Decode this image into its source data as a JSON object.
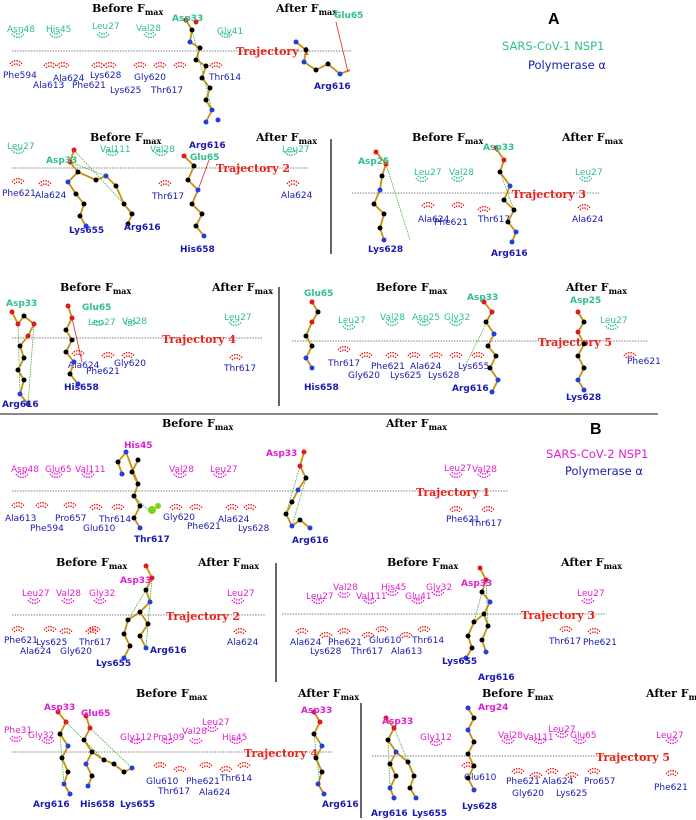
{
  "panels": {
    "a": "A",
    "b": "B"
  },
  "legend": {
    "a_nsp1": "SARS-CoV-1 NSP1",
    "a_pol": "Polymerase α",
    "b_nsp1": "SARS-CoV-2 NSP1",
    "b_pol": "Polymerase α"
  },
  "headers": {
    "before_main": "Before F",
    "after_main": "After F",
    "sub": "max"
  },
  "trajectories": {
    "t1": "Trajectory 1",
    "t2": "Trajectory 2",
    "t3": "Trajectory 3",
    "t4": "Trajectory 4",
    "t5": "Trajectory 5"
  },
  "residues": {
    "Asn48": "Asn48",
    "His45": "His45",
    "Leu27": "Leu27",
    "Val28": "Val28",
    "Asp33": "Asp33",
    "Gly41": "Gly41",
    "Glu65": "Glu65",
    "Val111": "Val111",
    "Asp25": "Asp25",
    "Gly32": "Gly32",
    "Asp48": "Asp48",
    "Phe31": "Phe31",
    "Gly112": "Gly112",
    "Pro109": "Pro109",
    "Glu41": "Glu41",
    "Arg24": "Arg24",
    "Phe594": "Phe594",
    "Ala613": "Ala613",
    "Ala624": "Ala624",
    "Lys628": "Lys628",
    "Phe621": "Phe621",
    "Lys625": "Lys625",
    "Gly620": "Gly620",
    "Thr617": "Thr617",
    "Thr614": "Thr614",
    "Arg616": "Arg616",
    "Lys655": "Lys655",
    "His658": "His658",
    "Pro657": "Pro657",
    "Glu610": "Glu610"
  },
  "colors": {
    "hydrophobic_arc": "#e8241c",
    "nsp1_arc_sars1": "#2fbf8b",
    "nsp1_arc_sars2": "#e01fd0",
    "carbon": "#000000",
    "bond": "#c8900c",
    "nitrogen": "#1f3fe0",
    "oxygen": "#e01818",
    "hbond": "#43a833"
  }
}
